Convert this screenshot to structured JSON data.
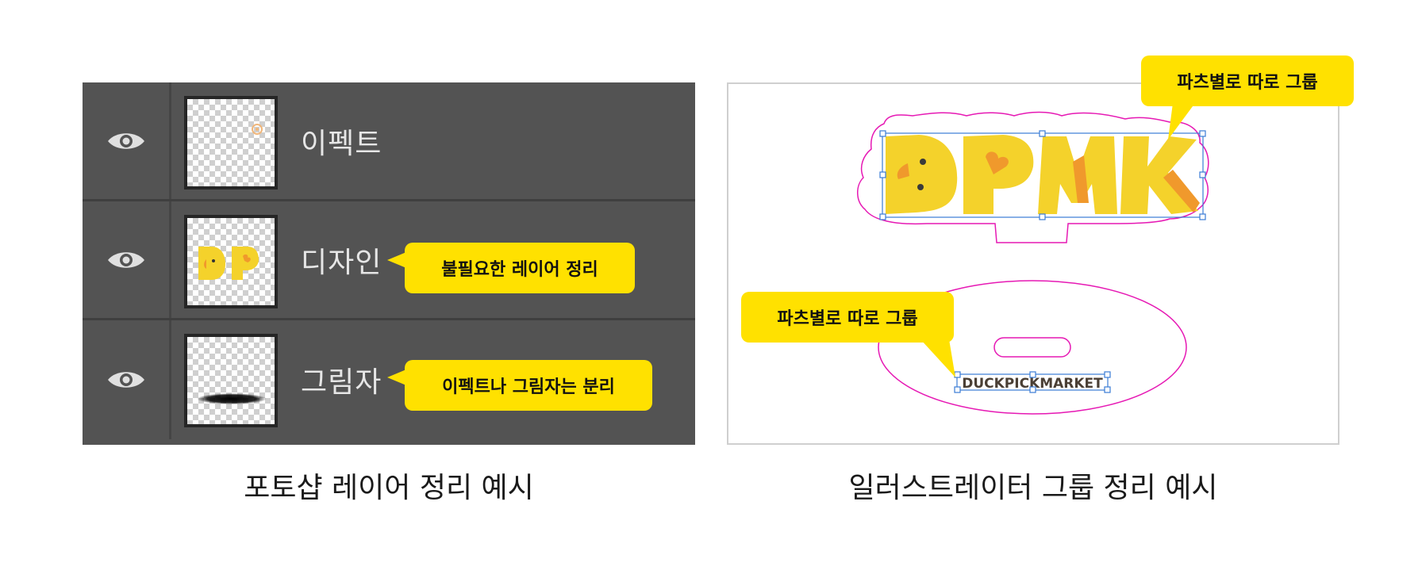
{
  "photoshop": {
    "layers": [
      {
        "name": "이펙트"
      },
      {
        "name": "디자인",
        "note": "불필요한 레이어 정리"
      },
      {
        "name": "그림자",
        "note": "이펙트나 그림자는 분리"
      }
    ],
    "caption": "포토샵 레이어 정리 예시"
  },
  "illustrator": {
    "callout_top": "파츠별로 따로 그룹",
    "callout_left": "파츠별로 따로 그룹",
    "logo_text": "DPMK",
    "stand_text": "DUCKPICKMARKET",
    "caption": "일러스트레이터 그룹 정리 예시"
  },
  "colors": {
    "panel_bg": "#535353",
    "callout": "#ffe100",
    "logo_yellow": "#f4d22b",
    "logo_orange": "#f0992c",
    "cut_line": "#e619b4",
    "selection": "#3a7bd5"
  },
  "icons": [
    "eye-icon"
  ]
}
